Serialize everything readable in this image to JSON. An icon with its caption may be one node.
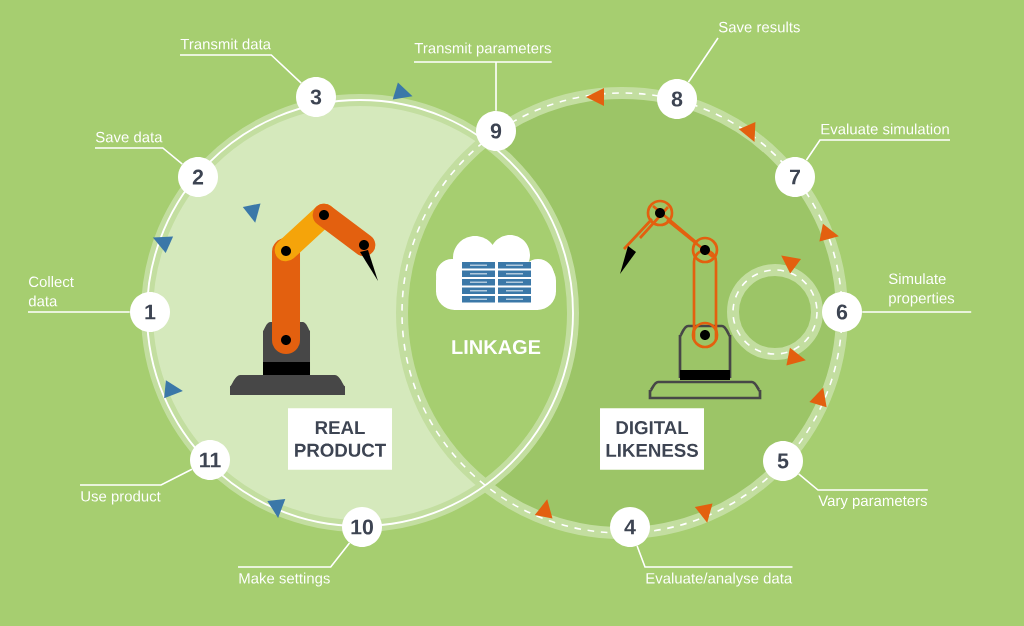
{
  "diagram": {
    "nodes": [
      {
        "text": [
          "1"
        ]
      },
      {
        "text": [
          "2"
        ]
      },
      {
        "text": [
          "3"
        ]
      },
      {
        "text": [
          "4"
        ]
      },
      {
        "text": [
          "5"
        ]
      },
      {
        "text": [
          "6"
        ]
      },
      {
        "text": [
          "7"
        ]
      },
      {
        "text": [
          "8"
        ]
      },
      {
        "text": [
          "9"
        ]
      },
      {
        "text": [
          "10"
        ]
      },
      {
        "text": [
          "11"
        ]
      },
      {
        "text": [
          "Collect data"
        ]
      },
      {
        "text": [
          "Save data"
        ]
      },
      {
        "text": [
          "Transmit data"
        ]
      },
      {
        "text": [
          "Evaluate/analyse data"
        ]
      },
      {
        "text": [
          "Vary parameters"
        ]
      },
      {
        "text": [
          "Simulate properties"
        ]
      },
      {
        "text": [
          "Evaluate simulation"
        ]
      },
      {
        "text": [
          "Save results"
        ]
      },
      {
        "text": [
          "Transmit parameters"
        ]
      },
      {
        "text": [
          "Make settings"
        ]
      },
      {
        "text": [
          "Use product"
        ]
      },
      {
        "text": [
          "REAL PRODUCT"
        ]
      },
      {
        "text": [
          "LINKAGE"
        ]
      },
      {
        "text": [
          "DIGITAL LIKENESS"
        ]
      }
    ],
    "edges": [
      {
        "from": 11,
        "to": 0,
        "arrow": "none"
      },
      {
        "from": 12,
        "to": 1,
        "arrow": "none"
      },
      {
        "from": 13,
        "to": 2,
        "arrow": "none"
      },
      {
        "from": 14,
        "to": 3,
        "arrow": "none"
      },
      {
        "from": 15,
        "to": 4,
        "arrow": "none"
      },
      {
        "from": 16,
        "to": 5,
        "arrow": "none"
      },
      {
        "from": 17,
        "to": 6,
        "arrow": "none"
      },
      {
        "from": 18,
        "to": 7,
        "arrow": "none"
      },
      {
        "from": 19,
        "to": 8,
        "arrow": "none"
      },
      {
        "from": 20,
        "to": 9,
        "arrow": "none"
      },
      {
        "from": 21,
        "to": 10,
        "arrow": "none"
      }
    ]
  }
}
